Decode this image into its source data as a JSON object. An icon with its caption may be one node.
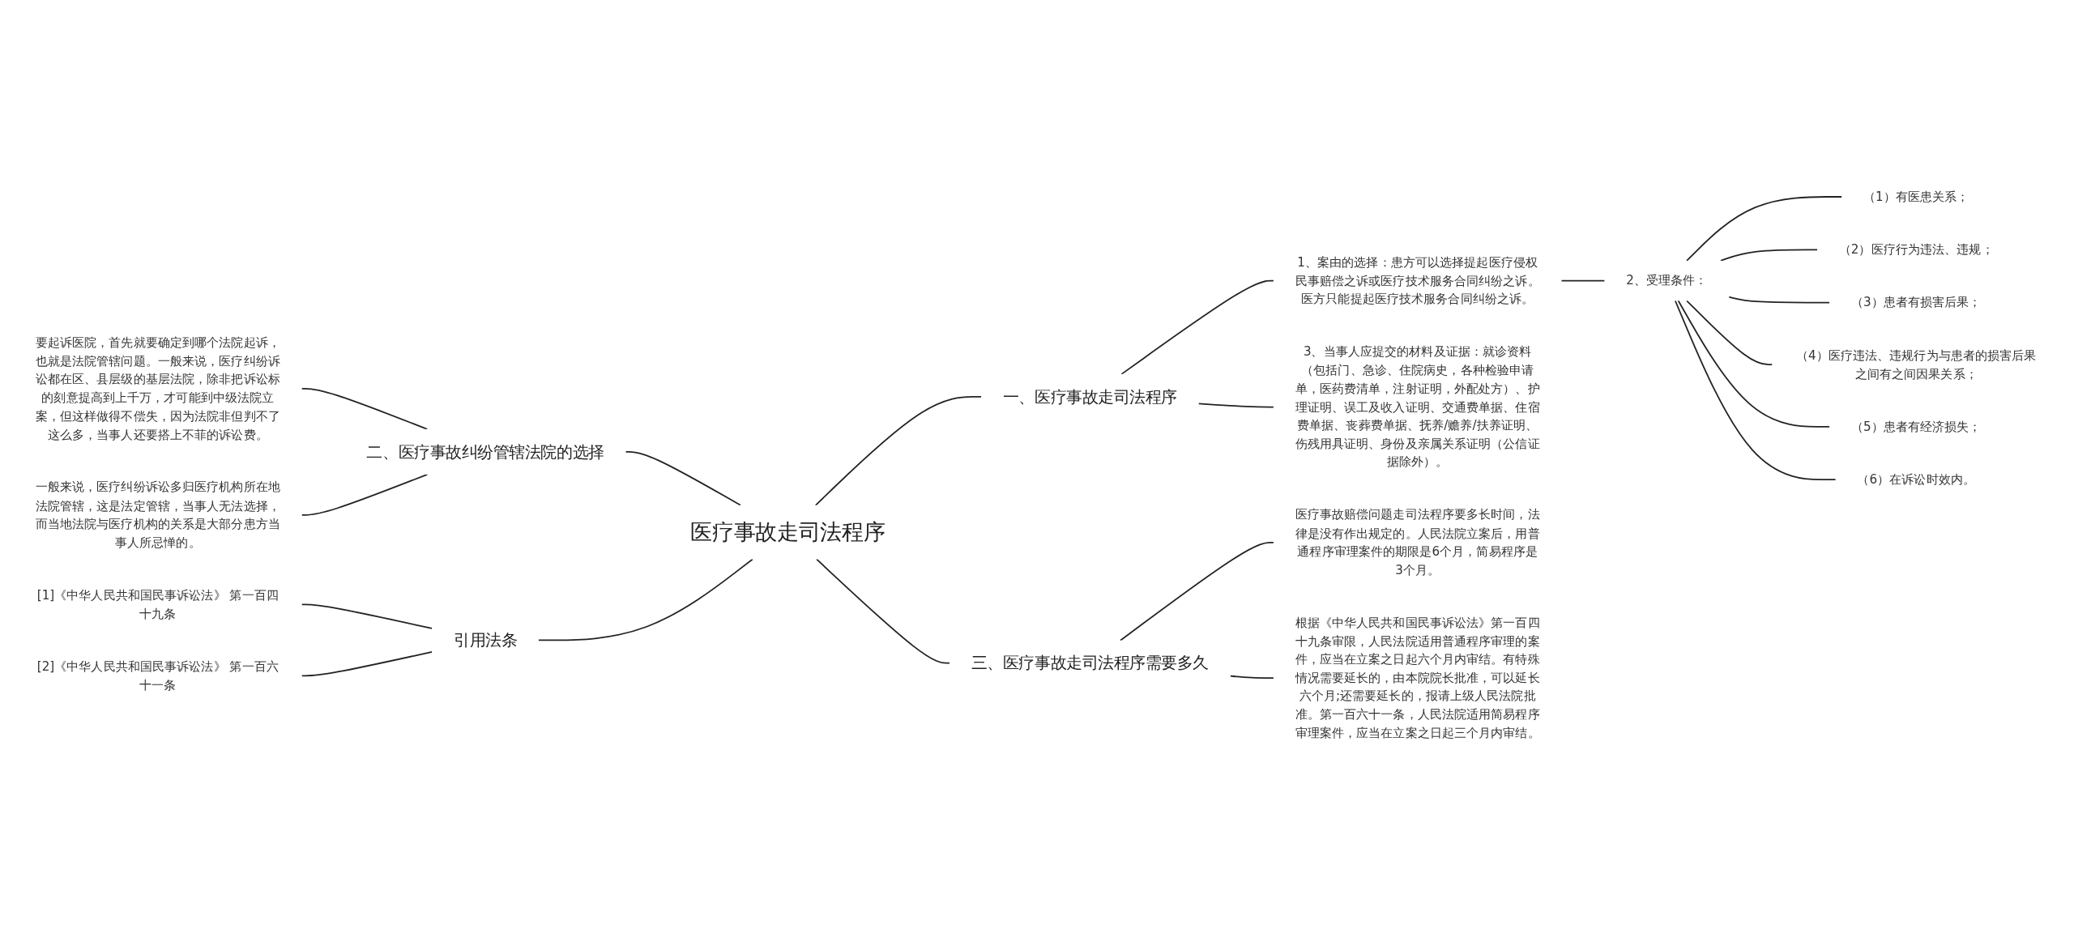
{
  "diagram": {
    "nodes": [
      {
        "text": [
          "医疗事故走司法程序"
        ]
      },
      {
        "text": [
          "一、医疗事故走司法程序"
        ]
      },
      {
        "text": [
          "1、案由的选择：患方可以选择提起医疗侵权民事赔偿之诉或医疗技术服务合同纠纷之诉。医方只能提起医疗技术服务合同纠纷之诉。"
        ]
      },
      {
        "text": [
          "2、受理条件："
        ]
      },
      {
        "text": [
          "（1）有医患关系；"
        ]
      },
      {
        "text": [
          "（2）医疗行为违法、违规；"
        ]
      },
      {
        "text": [
          "（3）患者有损害后果；"
        ]
      },
      {
        "text": [
          "（4）医疗违法、违规行为与患者的损害后果之间有之间因果关系；"
        ]
      },
      {
        "text": [
          "（5）患者有经济损失；"
        ]
      },
      {
        "text": [
          "（6）在诉讼时效内。"
        ]
      },
      {
        "text": [
          "3、当事人应提交的材料及证据：就诊资料（包括门、急诊、住院病史，各种检验申请单，医药费清单，注射证明，外配处方）、护理证明、误工及收入证明、交通费单据、住宿费单据、丧葬费单据、抚养/赡养/扶养证明、伤残用具证明、身份及亲属关系证明（公信证据除外）。"
        ]
      },
      {
        "text": [
          "三、医疗事故走司法程序需要多久"
        ]
      },
      {
        "text": [
          "医疗事故赔偿问题走司法程序要多长时间，法律是没有作出规定的。人民法院立案后，用普通程序审理案件的期限是6个月，简易程序是3个月。"
        ]
      },
      {
        "text": [
          "根据《中华人民共和国民事诉讼法》第一百四十九条审限，人民法院适用普通程序审理的案件，应当在立案之日起六个月内审结。有特殊情况需要延长的，由本院院长批准，可以延长六个月;还需要延长的，报请上级人民法院批准。第一百六十一条，人民法院适用简易程序审理案件，应当在立案之日起三个月内审结。"
        ]
      },
      {
        "text": [
          "二、医疗事故纠纷管辖法院的选择"
        ]
      },
      {
        "text": [
          "要起诉医院，首先就要确定到哪个法院起诉，也就是法院管辖问题。一般来说，医疗纠纷诉讼都在区、县层级的基层法院，除非把诉讼标的刻意提高到上千万，才可能到中级法院立案，但这样做得不偿失，因为法院非但判不了这么多，当事人还要搭上不菲的诉讼费。"
        ]
      },
      {
        "text": [
          "一般来说，医疗纠纷诉讼多归医疗机构所在地法院管辖，这是法定管辖，当事人无法选择，而当地法院与医疗机构的关系是大部分患方当事人所忌惮的。"
        ]
      },
      {
        "text": [
          "引用法条"
        ]
      },
      {
        "text": [
          "[1]《中华人民共和国民事诉讼法》 第一百四十九条"
        ]
      },
      {
        "text": [
          "[2]《中华人民共和国民事诉讼法》 第一百六十一条"
        ]
      }
    ],
    "edges": [
      {
        "from": 0,
        "to": 1,
        "arrow": "none"
      },
      {
        "from": 1,
        "to": 2,
        "arrow": "none"
      },
      {
        "from": 2,
        "to": 3,
        "arrow": "none"
      },
      {
        "from": 3,
        "to": 4,
        "arrow": "none"
      },
      {
        "from": 3,
        "to": 5,
        "arrow": "none"
      },
      {
        "from": 3,
        "to": 6,
        "arrow": "none"
      },
      {
        "from": 3,
        "to": 7,
        "arrow": "none"
      },
      {
        "from": 3,
        "to": 8,
        "arrow": "none"
      },
      {
        "from": 3,
        "to": 9,
        "arrow": "none"
      },
      {
        "from": 1,
        "to": 10,
        "arrow": "none"
      },
      {
        "from": 0,
        "to": 11,
        "arrow": "none"
      },
      {
        "from": 11,
        "to": 12,
        "arrow": "none"
      },
      {
        "from": 11,
        "to": 13,
        "arrow": "none"
      },
      {
        "from": 0,
        "to": 14,
        "arrow": "none"
      },
      {
        "from": 14,
        "to": 15,
        "arrow": "none"
      },
      {
        "from": 14,
        "to": 16,
        "arrow": "none"
      },
      {
        "from": 0,
        "to": 17,
        "arrow": "none"
      },
      {
        "from": 17,
        "to": 18,
        "arrow": "none"
      },
      {
        "from": 17,
        "to": 19,
        "arrow": "none"
      }
    ]
  }
}
